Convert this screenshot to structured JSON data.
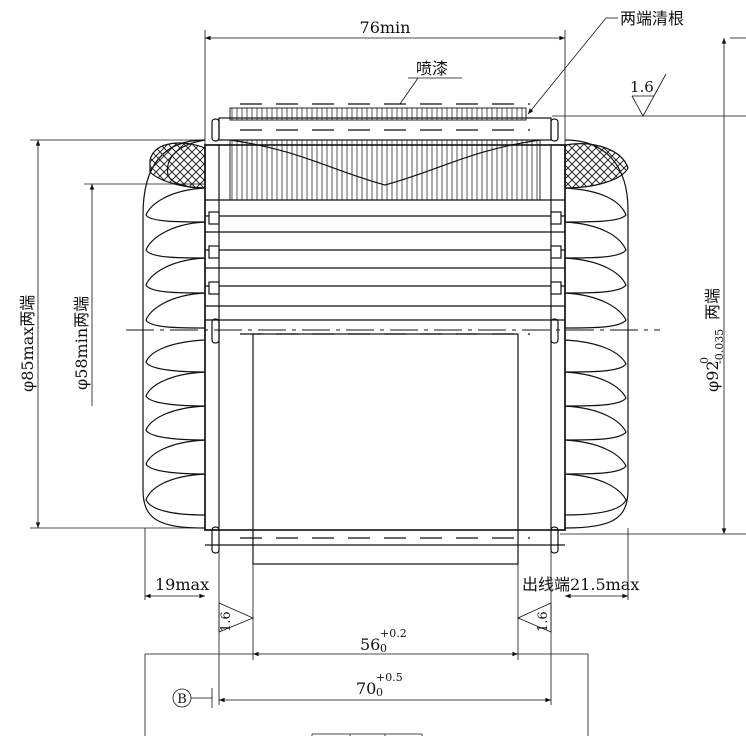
{
  "annotations": {
    "overall_length": "76min",
    "both_ends_clear_root": "两端清根",
    "spray_paint": "喷漆",
    "roughness_top": "1.6",
    "outer_diameter_label": "φ85max两端",
    "inner_diameter_label": "φ58min两端",
    "bore_symbol": "φ92",
    "bore_tol_upper": "0",
    "bore_tol_lower": "-0.035",
    "bore_suffix": "两端",
    "left_overhang": "19max",
    "lead_end_overhang": "出线端21.5max",
    "roughness_left": "1.6",
    "roughness_right": "1.6",
    "core_length": "56",
    "core_tol_upper": "+0.2",
    "core_tol_lower": "0",
    "total_length": "70",
    "total_tol_upper": "+0.5",
    "total_tol_lower": "0",
    "datum": "B"
  }
}
